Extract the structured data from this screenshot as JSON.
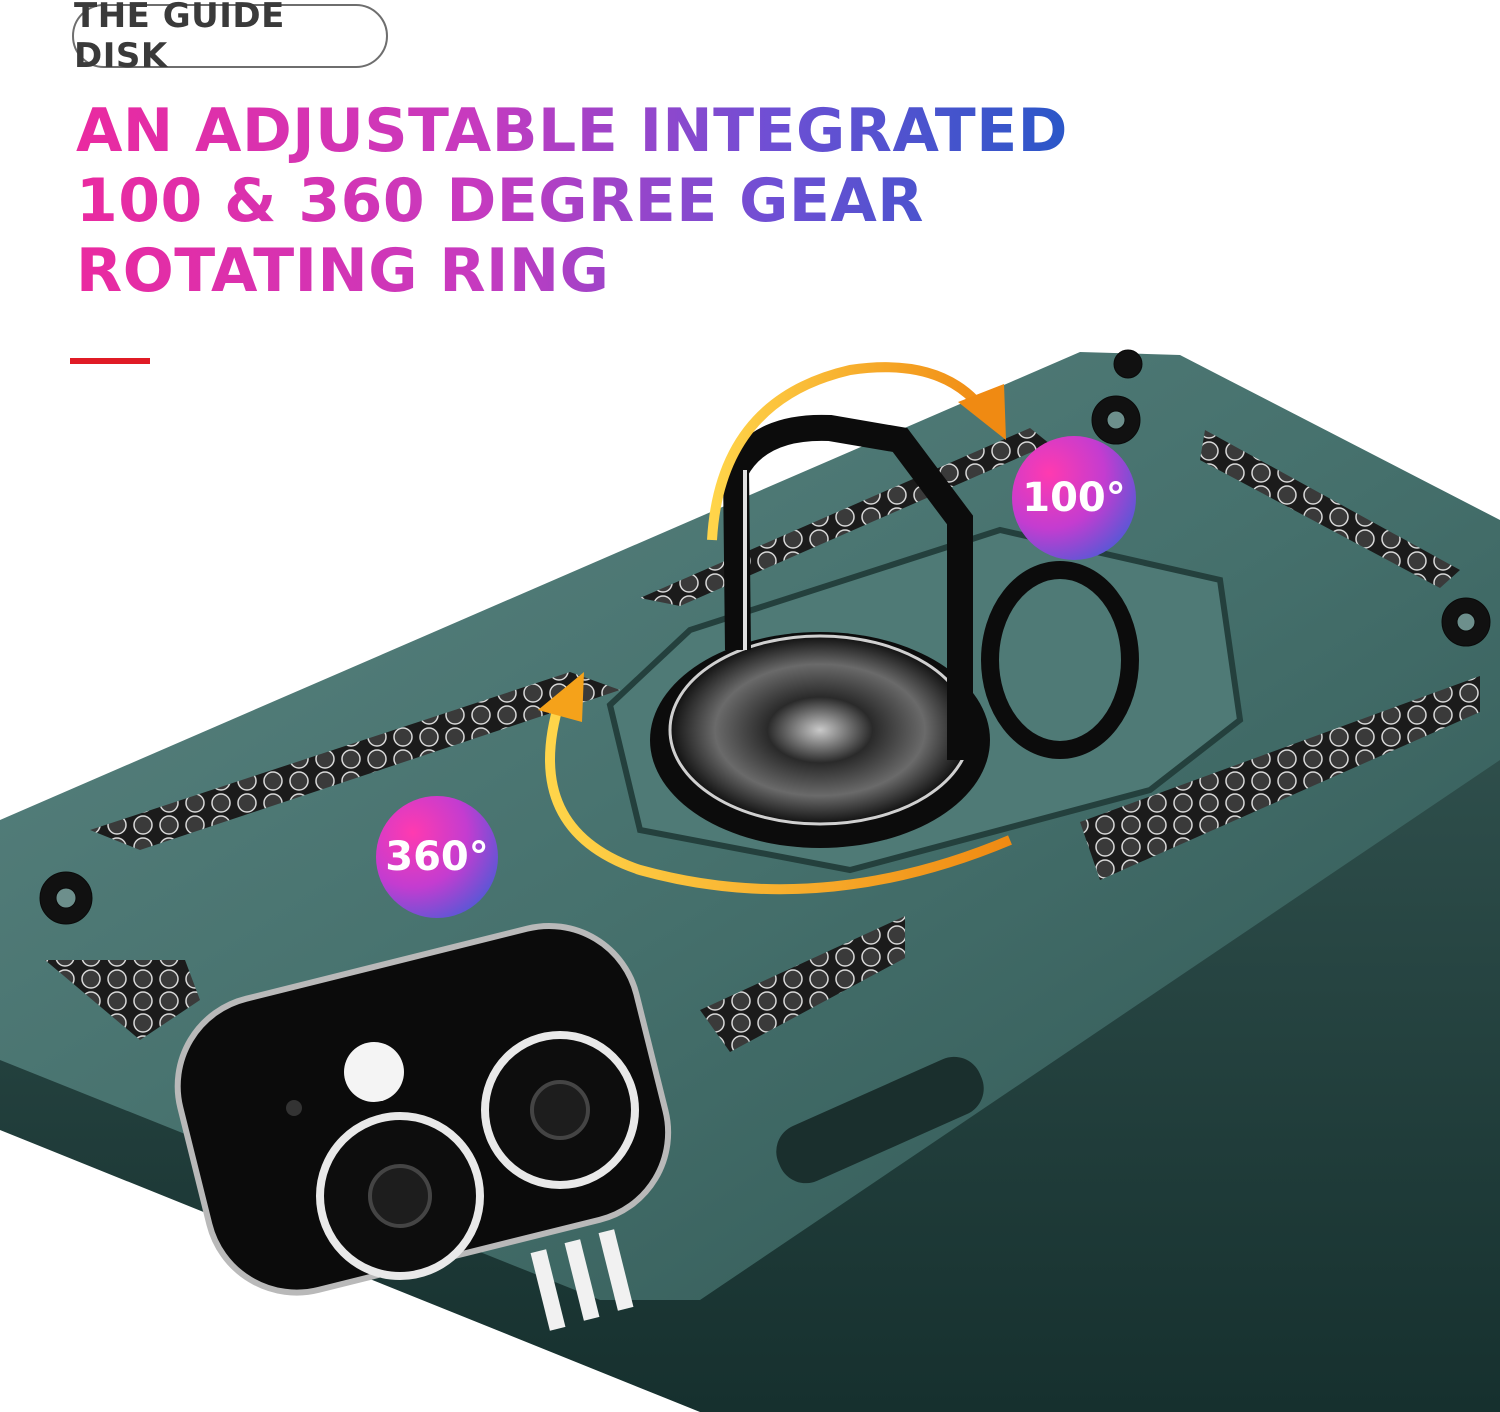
{
  "label": {
    "text": "THE GUIDE DISK"
  },
  "headline": {
    "line1": "AN ADJUSTABLE INTEGRATED",
    "line2": "100 & 360 DEGREE GEAR",
    "line3": "ROTATING RING"
  },
  "badges": {
    "tilt": "100°",
    "rotate": "360°"
  },
  "colors": {
    "accent_rule": "#e01b25",
    "case": "#3f6a66",
    "ring": "#111111",
    "arrow": "#f5a21a"
  }
}
